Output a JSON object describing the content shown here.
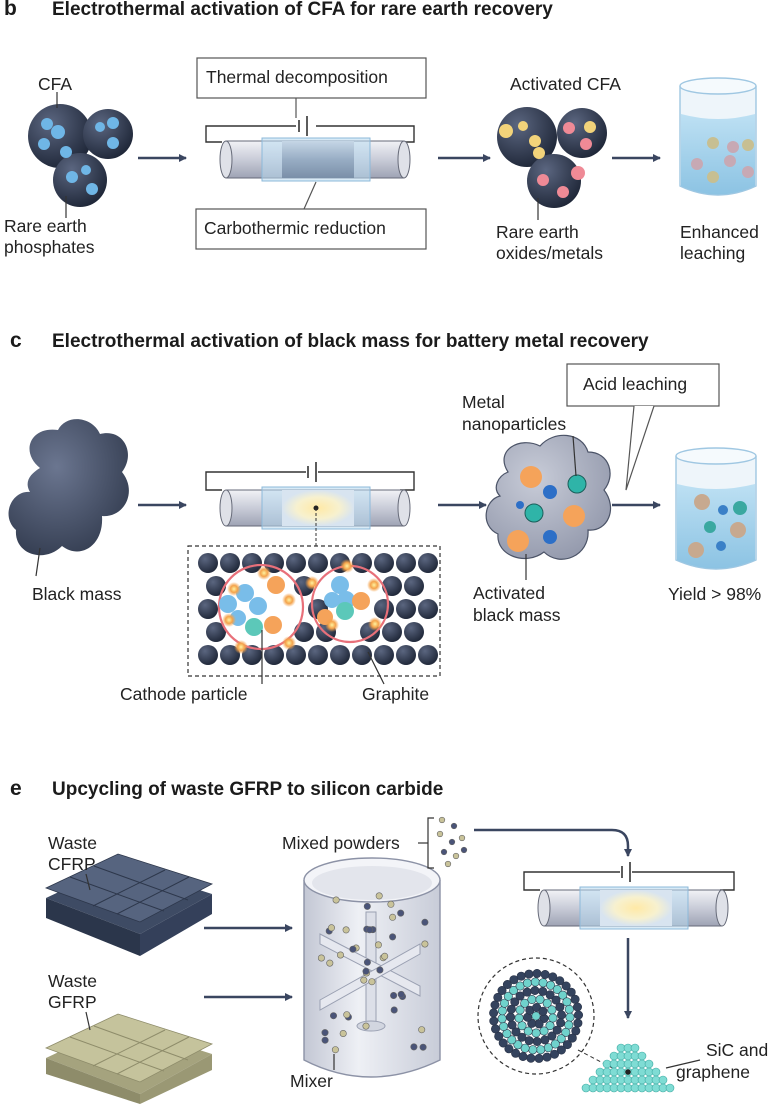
{
  "panels": {
    "b": {
      "letter": "b",
      "title": "Electrothermal activation of CFA for rare earth recovery",
      "labels": {
        "cfa": "CFA",
        "rare_earth_1": "Rare earth",
        "rare_earth_2": "phosphates",
        "thermal": "Thermal decomposition",
        "carbothermic": "Carbothermic reduction",
        "activated": "Activated CFA",
        "oxides_1": "Rare earth",
        "oxides_2": "oxides/metals",
        "enhanced_1": "Enhanced",
        "enhanced_2": "leaching"
      }
    },
    "c": {
      "letter": "c",
      "title": "Electrothermal activation of black mass for battery metal recovery",
      "labels": {
        "black_mass": "Black mass",
        "acid": "Acid leaching",
        "metal_1": "Metal",
        "metal_2": "nanoparticles",
        "activated_1": "Activated",
        "activated_2": "black mass",
        "yield": "Yield > 98%",
        "cathode": "Cathode particle",
        "graphite": "Graphite"
      }
    },
    "e": {
      "letter": "e",
      "title": "Upcycling of waste GFRP to silicon carbide",
      "labels": {
        "cfrp_1": "Waste",
        "cfrp_2": "CFRP",
        "gfrp_1": "Waste",
        "gfrp_2": "GFRP",
        "mixed": "Mixed powders",
        "mixer": "Mixer",
        "sic_1": "SiC and",
        "sic_2": "graphene"
      }
    }
  },
  "colors": {
    "navy": "#2f3a4f",
    "arrow": "#3a4660",
    "blue_dot": "#6fb6e6",
    "yellow_dot": "#f2d37a",
    "pink_dot": "#ef8a96",
    "orange_particle": "#f5a35a",
    "teal_particle": "#2fb4a8",
    "liquid": "#a9d4ec",
    "cfrp": "#4a5872",
    "gfrp": "#b9b78f",
    "sic": "#6fd2cc"
  }
}
